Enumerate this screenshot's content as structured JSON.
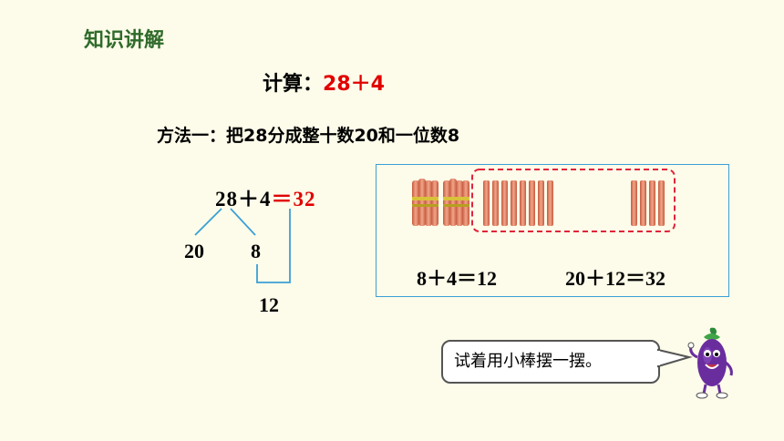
{
  "section_title": "知识讲解",
  "calc": {
    "label": "计算：",
    "expr": "28＋4"
  },
  "method_text": "方法一：把28分成整十数20和一位数8",
  "equation": {
    "left": "28＋4",
    "right": "＝32"
  },
  "split": {
    "tens": "20",
    "ones": "8",
    "sum": "12"
  },
  "box": {
    "eq1": "8＋4＝12",
    "eq2": "20＋12＝32"
  },
  "bubble_text": "试着用小棒摆一摆。",
  "colors": {
    "title_green": "#2f6b2a",
    "red": "#e10000",
    "blue_line": "#3aa0d6",
    "stick": "#e8876b"
  }
}
